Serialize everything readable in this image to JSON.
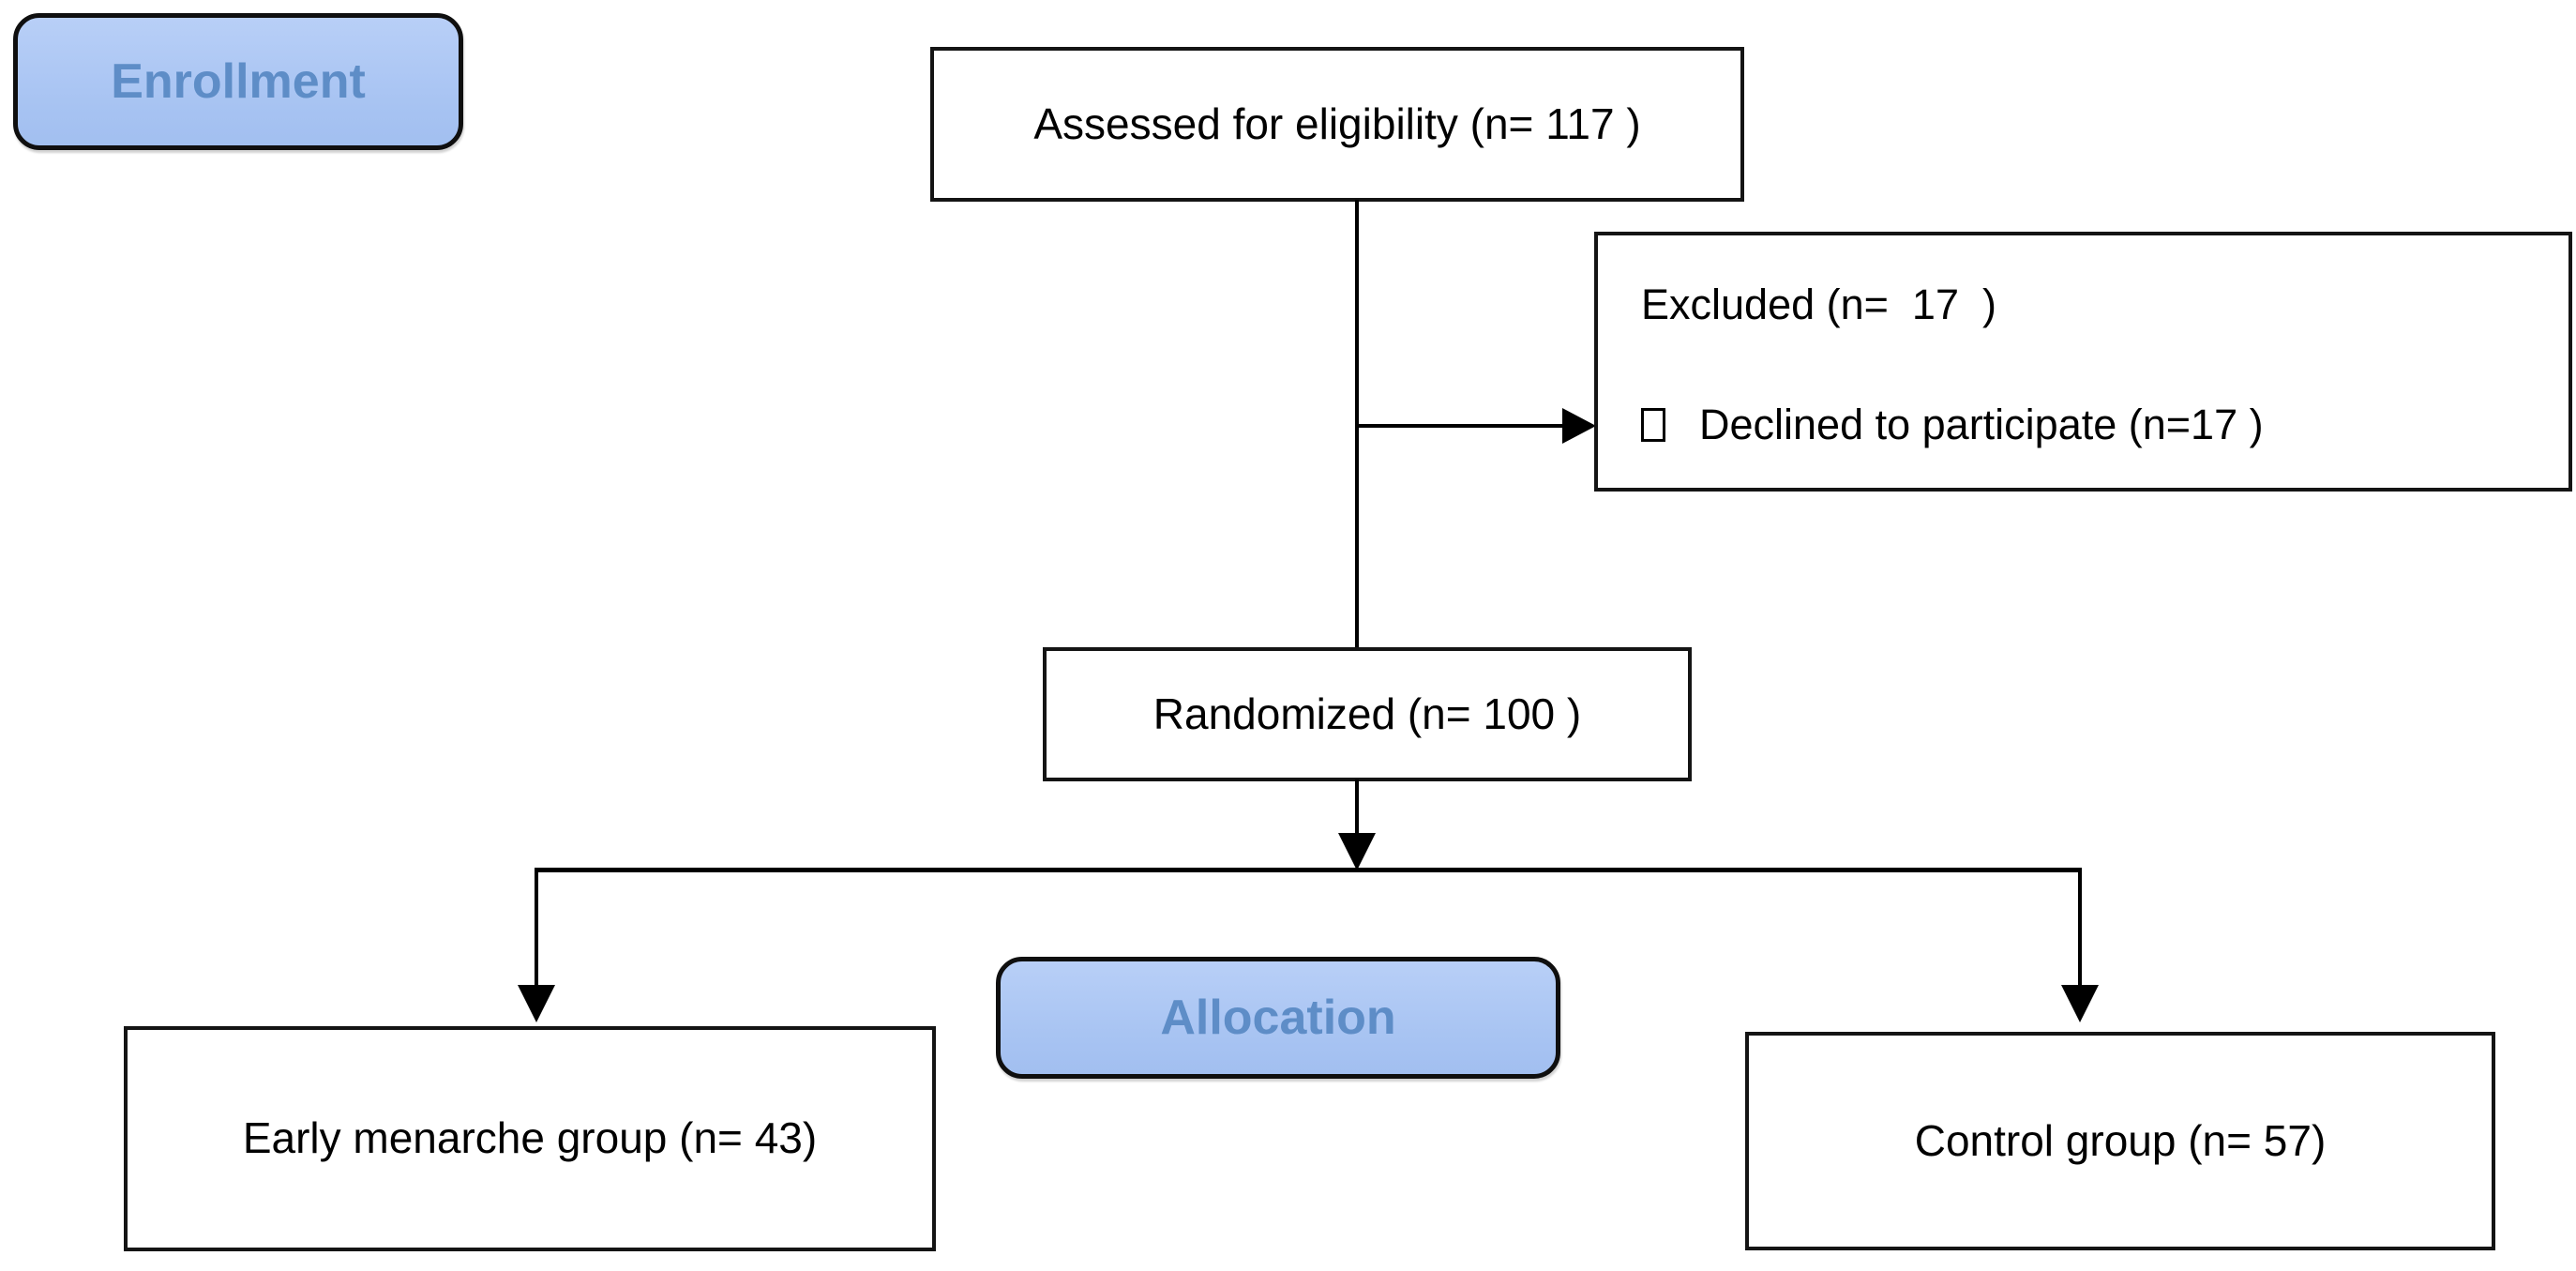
{
  "figure": {
    "type": "consort-flow-diagram",
    "stages": {
      "enrollment": "Enrollment",
      "allocation": "Allocation"
    },
    "boxes": {
      "assessed": {
        "text": "Assessed for eligibility (n= 117 )"
      },
      "excluded": {
        "title": "Excluded (n=  17  )",
        "reasons": [
          "Declined to participate (n=17 )"
        ]
      },
      "randomized": {
        "text": "Randomized (n= 100 )"
      },
      "early_menarche": {
        "text": "Early menarche group (n= 43)"
      },
      "control": {
        "text": "Control group (n= 57)"
      }
    },
    "counts": {
      "assessed": 117,
      "excluded": 17,
      "declined_to_participate": 17,
      "randomized": 100,
      "early_menarche_group": 43,
      "control_group": 57
    },
    "colors": {
      "stage_fill": "#aac6f3",
      "stage_border": "#0f0f0f",
      "stage_text": "#5e8dc7",
      "box_border": "#141414",
      "box_text": "#000000",
      "line": "#000000",
      "background": "#ffffff"
    }
  }
}
